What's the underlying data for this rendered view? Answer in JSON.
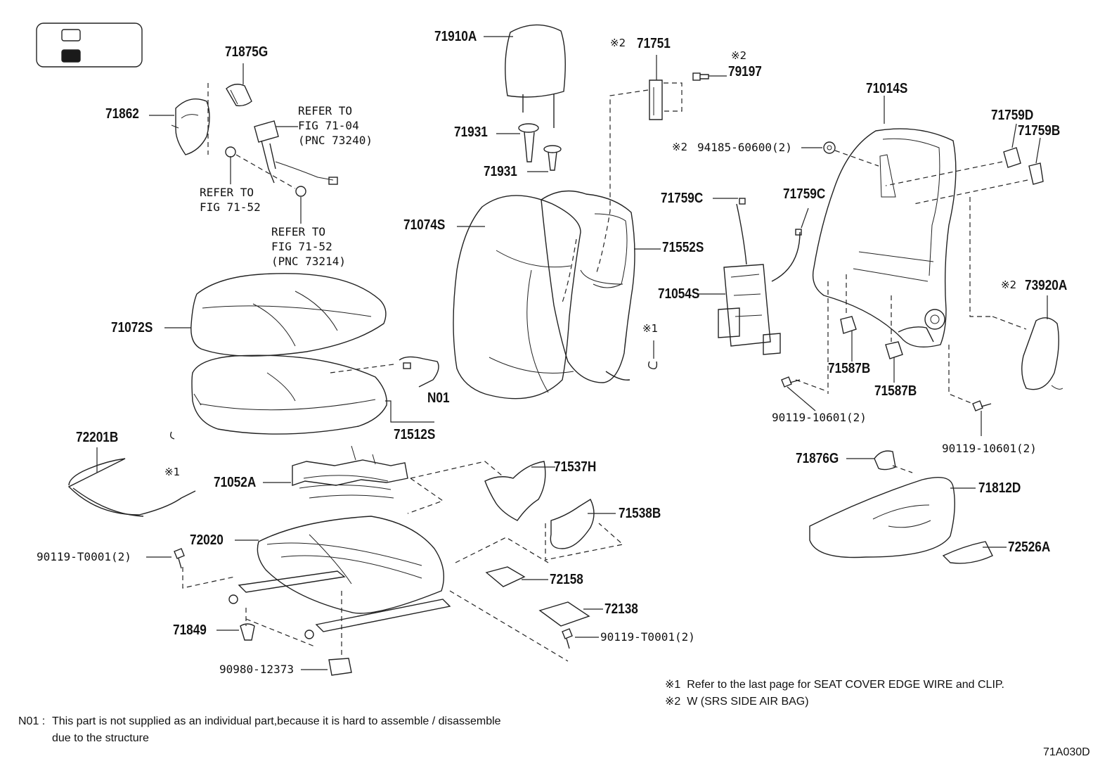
{
  "legend": {
    "swatch_colors": [
      "#ffffff",
      "#1a1a1a"
    ]
  },
  "parts": {
    "p71875G": "71875G",
    "p71862": "71862",
    "p71910A": "71910A",
    "p71931a": "71931",
    "p71931b": "71931",
    "p71074S": "71074S",
    "p71751": "71751",
    "p79197": "79197",
    "p94185": "94185-60600(2)",
    "p71014S": "71014S",
    "p71759D": "71759D",
    "p71759B": "71759B",
    "p71759Ca": "71759C",
    "p71759Cb": "71759C",
    "p71552S": "71552S",
    "p71054S": "71054S",
    "p73920A": "73920A",
    "p71072S": "71072S",
    "pN01": "N01",
    "p71512S": "71512S",
    "p71587Ba": "71587B",
    "p71587Bb": "71587B",
    "p90119_10601a": "90119-10601(2)",
    "p90119_10601b": "90119-10601(2)",
    "p72201B": "72201B",
    "p71052A": "71052A",
    "p71537H": "71537H",
    "p71876G": "71876G",
    "p71812D": "71812D",
    "p71538B": "71538B",
    "p72020": "72020",
    "p90119_T0001a": "90119-T0001(2)",
    "p72158": "72158",
    "p72526A": "72526A",
    "p72138": "72138",
    "p71849": "71849",
    "p90119_T0001b": "90119-T0001(2)",
    "p90980": "90980-12373"
  },
  "refs": {
    "r1_line1": "REFER TO",
    "r1_line2": "FIG 71-04",
    "r1_line3": "(PNC 73240)",
    "r2_line1": "REFER TO",
    "r2_line2": "FIG 71-52",
    "r3_line1": "REFER TO",
    "r3_line2": "FIG 71-52",
    "r3_line3": "(PNC 73214)"
  },
  "marks": {
    "m_71751": "※2",
    "m_79197": "※2",
    "m_94185": "※2",
    "m_73920A": "※2",
    "m_center": "※1",
    "m_left": "※1"
  },
  "notes": {
    "n1_mark": "※1",
    "n1_text": "Refer to the last page for SEAT COVER EDGE WIRE and CLIP.",
    "n2_mark": "※2",
    "n2_text": "W (SRS SIDE AIR BAG)",
    "n01_label": "N01 :",
    "n01_line1": "This part is not supplied as an individual part,because it is hard to assemble / disassemble",
    "n01_line2": "due to the structure",
    "figure_id": "71A030D"
  }
}
